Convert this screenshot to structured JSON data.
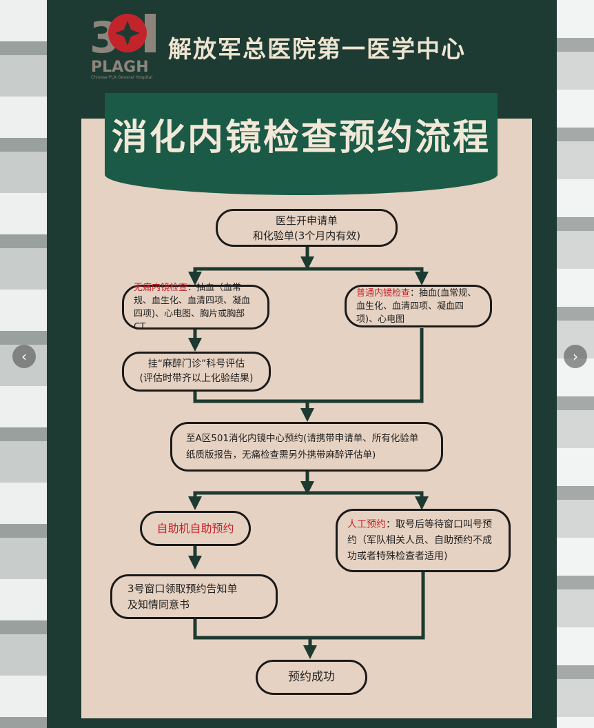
{
  "hospital": {
    "logo_number": "301",
    "logo_abbr": "PLAGH",
    "logo_en": "Chinese PLA General Hospital",
    "name": "解放军总医院第一医学中心"
  },
  "title": "消化内镜检查预约流程",
  "steps": {
    "start": [
      "医生开申请单",
      "和化验单(3个月内有效)"
    ],
    "painless": {
      "label": "无痛内镜检查",
      "text": "：抽血（血常规、血生化、血清四项、凝血四项)、心电图、胸片或胸部 CT"
    },
    "normal": {
      "label": "普通内镜检查",
      "text": "：抽血(血常规、血生化、血清四项、凝血四项)、心电图"
    },
    "anesthesia": [
      "挂“麻醉门诊”科号评估",
      "(评估时带齐以上化验结果)"
    ],
    "center": "至A区501消化内镜中心预约(请携带申请单、所有化验单纸质版报告，无痛检查需另外携带麻醉评估单)",
    "self": "自助机自助预约",
    "manual": {
      "label": "人工预约",
      "text": "：取号后等待窗口叫号预约（军队相关人员、自助预约不成功或者特殊检查者适用)"
    },
    "window": [
      "3号窗口领取预约告知单",
      "及知情同意书"
    ],
    "success": "预约成功"
  },
  "nav": {
    "prev": "‹",
    "next": "›"
  },
  "colors": {
    "board": "#1d3b32",
    "banner": "#1b5a46",
    "panel": "#e6d2c2",
    "highlight": "#c8202a"
  }
}
